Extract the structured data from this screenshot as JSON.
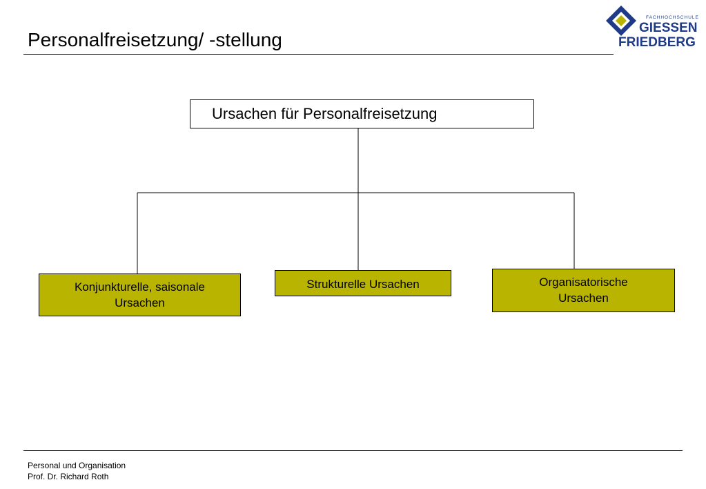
{
  "header": {
    "title": "Personalfreisetzung/ -stellung"
  },
  "logo": {
    "small_text": "FACHHOCHSCHULE",
    "line1": "GIESSEN",
    "line2": "FRIEDBERG",
    "colors": {
      "navy": "#1f3a87",
      "accent": "#b8b400"
    }
  },
  "diagram": {
    "root": {
      "label": "Ursachen für Personalfreisetzung"
    },
    "children": [
      {
        "label": "Konjunkturelle, saisonale Ursachen"
      },
      {
        "label": "Strukturelle Ursachen"
      },
      {
        "label": "Organisatorische Ursachen"
      }
    ],
    "box_fill": "#b8b400"
  },
  "footer": {
    "line1": "Personal und Organisation",
    "line2": "Prof. Dr. Richard Roth"
  }
}
